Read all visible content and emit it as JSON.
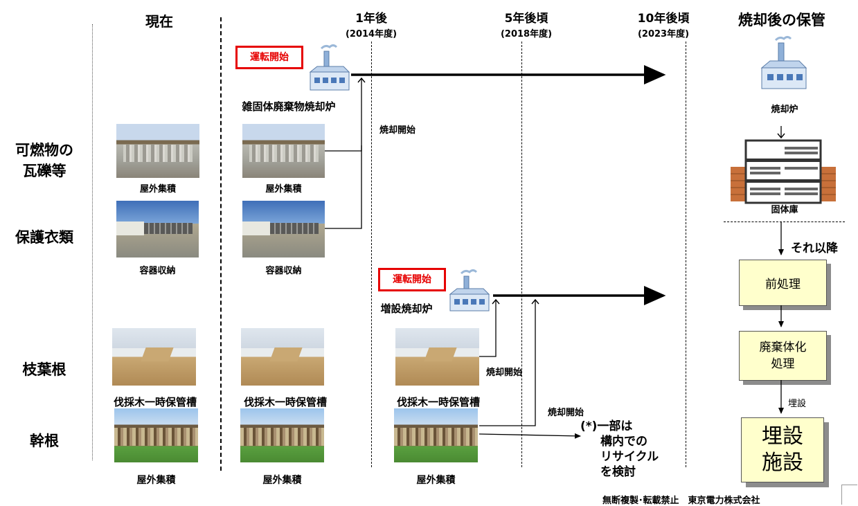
{
  "headers": {
    "current": "現在",
    "year1": "1年後",
    "year1_sub": "(2014年度)",
    "year5": "5年後頃",
    "year5_sub": "(2018年度)",
    "year10": "10年後頃",
    "year10_sub": "(2023年度)",
    "after": "焼却後の保管"
  },
  "rows": {
    "combustible_line1": "可燃物の",
    "combustible_line2": "瓦礫等",
    "protective": "保護衣類",
    "branches": "枝葉根",
    "trunks": "幹根"
  },
  "badges": {
    "operation_start_1": "運転開始",
    "operation_start_2": "運転開始"
  },
  "facilities": {
    "incinerator_solid": "雑固体廃棄物焼却炉",
    "incinerator_added": "増設焼却炉",
    "incinerator_right": "焼却炉",
    "solid_storage": "固体庫"
  },
  "notes": {
    "incineration_start_1": "焼却開始",
    "incineration_start_2": "焼却開始",
    "incineration_start_3": "焼却開始",
    "thereafter": "それ以降",
    "recycle_line1": "(*)一部は",
    "recycle_line2": "構内での",
    "recycle_line3": "リサイクル",
    "recycle_line4": "を検討",
    "burial_label": "埋設"
  },
  "captions": {
    "outdoor_1": "屋外集積",
    "outdoor_2": "屋外集積",
    "container_1": "容器収納",
    "container_2": "容器収納",
    "tank_1": "伐採木一時保管槽",
    "tank_2": "伐採木一時保管槽",
    "tank_3": "伐採木一時保管槽",
    "trunk_1": "屋外集積",
    "trunk_2": "屋外集積",
    "trunk_3": "屋外集積"
  },
  "process": {
    "pretreatment": "前処理",
    "solidify_line1": "廃棄体化",
    "solidify_line2": "処理",
    "burial_line1": "埋設",
    "burial_line2": "施設"
  },
  "footer": {
    "copyright": "無断複製･転載禁止　東京電力株式会社"
  }
}
